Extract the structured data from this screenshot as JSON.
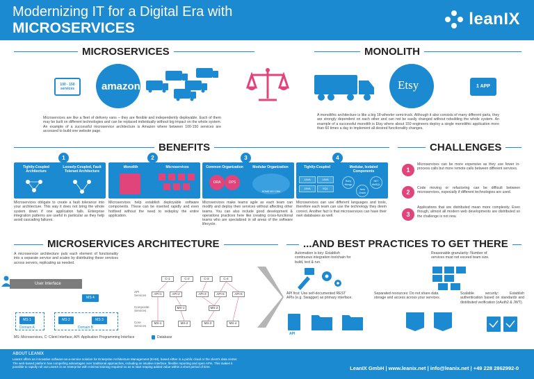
{
  "header": {
    "title_line1": "Modernizing IT for a Digital Era with",
    "title_line2": "MICROSERVICES",
    "logo": "leanIX",
    "logo_icon": "leanix-logo-icon"
  },
  "microservices": {
    "heading": "MICROSERVICES",
    "badge": "100 - 150 services",
    "brand": "amazon",
    "text": "Microservices are like a fleet of delivery vans – they are flexible and independently deployable. Each of them may be built on different technologies and can be replaced individually without big impact on the whole system. An example of a successful microservice architecture is Amazon where between 100-150 services are accessed to build one website page."
  },
  "monolith": {
    "heading": "MONOLITH",
    "brand": "Etsy",
    "badge": "1 APP",
    "text": "A monolithic architecture is like a big 18-wheeler semi-truck. Although it also consists of many different parts, they are strongly dependent on each other and can not be easily changed without rebuilding the whole system. An example of a successful monolith is Etsy where about 150 engineers deploy a single monolithic application more than 60 times a day to implement all desired functionality changes."
  },
  "benefits": {
    "heading": "BENEFITS",
    "numbers": [
      "1",
      "2",
      "3",
      "4"
    ],
    "p1": {
      "a": "Tightly-Coupled Architecture",
      "b": "Loosely-Coupled, Fault Tolerant Architecture"
    },
    "p2": {
      "a": "Monolith",
      "b": "Microservices"
    },
    "p3": {
      "a": "Common Organization",
      "b": "Modular Organization",
      "c": "ORA",
      "d": "DPS",
      "e": "ORA",
      "f": "HOME KEY DBA"
    },
    "p4": {
      "a": "Tightly-Coupled",
      "b": "Modular, Isolated Components",
      "cells": [
        "JAVA",
        "JAVA",
        "JAVA",
        "SQL"
      ],
      "c1": "Ruby Mongo",
      "c2": "NET MsSQL",
      "c3": "Java Oracle"
    },
    "t1": "Microservices obligate to create a fault tolerance into your architecture. This way it does not bring the whole system down if one application fails. Enterprise integration patterns are useful in particular as they help avoid cascading failures.",
    "t2": "Microservices help establish deployable software components. These can be inserted rapidly and even hotfixed without the need to redeploy the entire application.",
    "t3": "Microservices make teams agile as each team can modify and deploy their services without affecting other teams. You can also include good development & operations practices here like creating cross-functional teams who are specialized in all areas of the software lifecycle.",
    "t4": "Microservices can use different languages and tools, therefore each team can use the technology they deem correct. Another fact is that microservices can have their own databases as well."
  },
  "challenges": {
    "heading": "CHALLENGES",
    "items": [
      {
        "n": "1",
        "text": "Microservices can be more expensive as they use fewer in-process calls but more remote calls between different services."
      },
      {
        "n": "2",
        "text": "Code moving or refactoring can be difficult between microservices, especially if different technologies are used."
      },
      {
        "n": "3",
        "text": "Applications that are distributed mean more complexity. Even though, almost all modern web developments are distributed so the challenge is not new."
      }
    ]
  },
  "architecture": {
    "heading": "MICROSERVICES ARCHITECTURE",
    "text": "A microservice architecture puts each element of functionality into a separate service and scales by distributing these services across servers, replicating as needed.",
    "user_interface": "User Interface",
    "ms4": "MS 4",
    "ms1": "MS 1",
    "ms2": "MS 2",
    "ms3": "MS 3",
    "domain_a": "Domain A",
    "domain_b": "Domain B",
    "layers": [
      "API Services",
      "Composite Services",
      "Core Services"
    ],
    "c_labels": [
      "C-1",
      "C-2",
      "C-3",
      "C-4"
    ],
    "api_labels": [
      "API-1",
      "API-2",
      "API-3",
      "API-5",
      "API-6"
    ],
    "ms_labels": [
      "MS-1",
      "MS-2"
    ],
    "core_labels": [
      "MS-1",
      "MS-2",
      "MS-3",
      "MS-4"
    ],
    "legend": "MS: Microservices, C: Client Interface, API: Application Programming Interface",
    "legend_db": "Database"
  },
  "best_practices": {
    "heading": "...AND BEST PRACTICES TO GET THERE",
    "items": [
      "Automation is key: Establish continuous integration toolchain for build, test & run.",
      "Reasonable granularity: Number of services must not exceed team size.",
      "API first: Use self-documented REST APIs (e.g. Swagger) as primary interface.",
      "Separated resources: Do not share data storage and access across your services.",
      "Scalable security: Establish authentication based on standards and distributed verification (oAuth2 & JWT)."
    ],
    "api_label": "API"
  },
  "footer": {
    "about_heading": "ABOUT LEANIX",
    "about_text": "LeanIX offers an innovative software-as-a-service solution for Enterprise Architecture Management (EAM), based either in a public cloud or the client's data center. The web-based platform has compelling advantages over traditional approaches, including an intuitive interface, flexible reporting and open APIs. This makes it possible to rapidly roll out LeanIX in an enterprise with minimal training required so as to start reaping added value within a short period of time.",
    "contact": "LeanIX GmbH | www.leanix.net | info@leanix.net | +49 228 2862992-0"
  }
}
